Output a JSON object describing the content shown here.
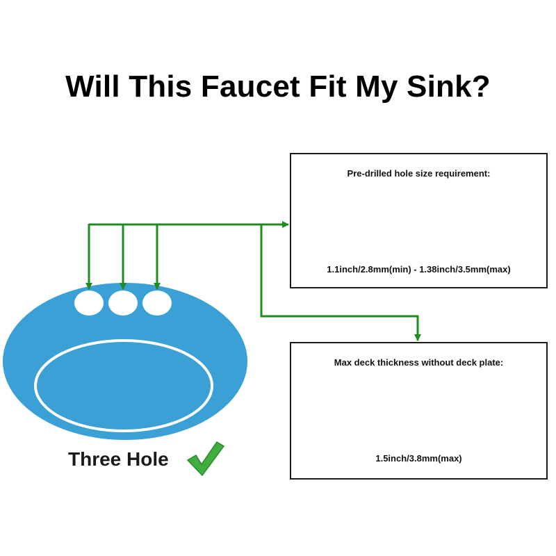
{
  "title": "Will This Faucet Fit My Sink?",
  "sink": {
    "label": "Three Hole",
    "color": "#3aa0d5",
    "hole_count": 3
  },
  "connector_color": "#1e8c1e",
  "check_color": "#2f9e2f",
  "hole_size_box": {
    "heading": "Pre-drilled hole size requirement:",
    "value": "1.1inch/2.8mm(min) - 1.38inch/3.5mm(max)"
  },
  "deck_box": {
    "heading": "Max deck thickness without deck plate:",
    "value": "1.5inch/3.8mm(max)"
  }
}
